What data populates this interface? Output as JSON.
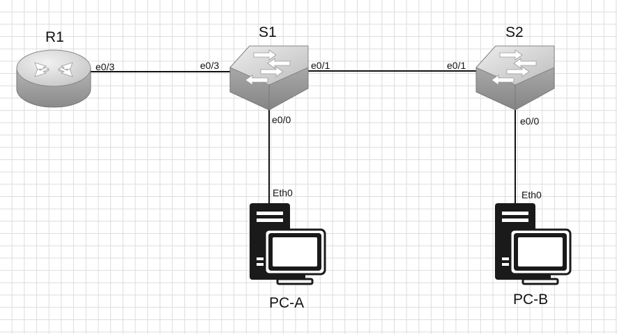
{
  "devices": {
    "r1": {
      "label": "R1",
      "icon": "router-icon"
    },
    "s1": {
      "label": "S1",
      "icon": "switch-icon"
    },
    "s2": {
      "label": "S2",
      "icon": "switch-icon"
    },
    "pc_a": {
      "label": "PC-A",
      "icon": "desktop-pc-icon"
    },
    "pc_b": {
      "label": "PC-B",
      "icon": "desktop-pc-icon"
    }
  },
  "links": [
    {
      "from": "R1",
      "from_port": "e0/3",
      "to": "S1",
      "to_port": "e0/3"
    },
    {
      "from": "S1",
      "from_port": "e0/1",
      "to": "S2",
      "to_port": "e0/1"
    },
    {
      "from": "S1",
      "from_port": "e0/0",
      "to": "PC-A",
      "to_port": "Eth0"
    },
    {
      "from": "S2",
      "from_port": "e0/0",
      "to": "PC-B",
      "to_port": "Eth0"
    }
  ],
  "colors": {
    "grid": "#dcdcdc",
    "link": "#111111",
    "device_top": "#e2e2e2",
    "device_side": "#9c9c9c",
    "pc_body": "#1a1a1a"
  }
}
